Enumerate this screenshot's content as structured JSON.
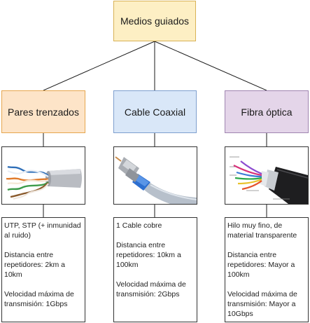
{
  "root": {
    "label": "Medios guiados",
    "fill": "#fdefc4"
  },
  "categories": [
    {
      "label": "Pares trenzados",
      "fill": "#fde4c8",
      "image": "twisted-pair-cable-photo",
      "description": [
        "UTP, STP (+ inmunidad al ruido)",
        "Distancia entre repetidores: 2km a 10km",
        "Velocidad máxima de transmisión: 1Gbps"
      ]
    },
    {
      "label": "Cable Coaxial",
      "fill": "#d9e7f8",
      "image": "coaxial-cable-photo",
      "description": [
        "1 Cable cobre",
        "Distancia entre repetidores: 10km a 100km",
        "Velocidad máxima de transmisión: 2Gbps"
      ]
    },
    {
      "label": "Fibra óptica",
      "fill": "#e4d5e9",
      "image": "fiber-optic-cable-photo",
      "description": [
        "Hilo muy fino, de material transparente",
        "Distancia entre repetidores: Mayor a 100km",
        "Velocidad máxima de transmisión: Mayor a 10Gbps"
      ]
    }
  ],
  "line_color": "#1a1a1a"
}
